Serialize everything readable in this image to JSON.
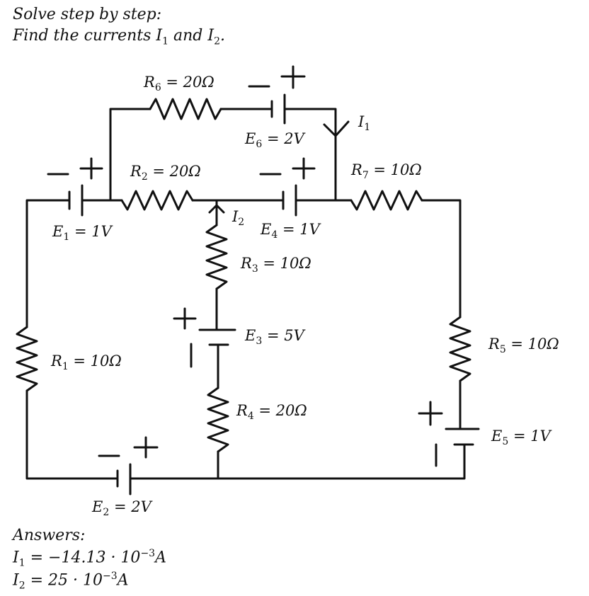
{
  "header": {
    "line1": "Solve step by step:",
    "line2_prefix": "Find the currents ",
    "i1_sym": "I",
    "i1_sub": "1",
    "and_text": " and ",
    "i2_sym": "I",
    "i2_sub": "2",
    "line2_suffix": "."
  },
  "labels": {
    "r6": {
      "sym": "R",
      "sub": "6",
      "rest": " = 20Ω"
    },
    "e6": {
      "sym": "E",
      "sub": "6",
      "rest": " = 2V"
    },
    "i1": {
      "sym": "I",
      "sub": "1"
    },
    "r2": {
      "sym": "R",
      "sub": "2",
      "rest": " = 20Ω"
    },
    "r7": {
      "sym": "R",
      "sub": "7",
      "rest": " = 10Ω"
    },
    "e1": {
      "sym": "E",
      "sub": "1",
      "rest": " = 1V"
    },
    "i2": {
      "sym": "I",
      "sub": "2"
    },
    "e4": {
      "sym": "E",
      "sub": "4",
      "rest": " = 1V"
    },
    "r3": {
      "sym": "R",
      "sub": "3",
      "rest": " = 10Ω"
    },
    "e3": {
      "sym": "E",
      "sub": "3",
      "rest": " = 5V"
    },
    "r1": {
      "sym": "R",
      "sub": "1",
      "rest": " = 10Ω"
    },
    "r5": {
      "sym": "R",
      "sub": "5",
      "rest": " = 10Ω"
    },
    "r4": {
      "sym": "R",
      "sub": "4",
      "rest": " = 20Ω"
    },
    "e5": {
      "sym": "E",
      "sub": "5",
      "rest": " = 1V"
    },
    "e2": {
      "sym": "E",
      "sub": "2",
      "rest": " = 2V"
    }
  },
  "answers": {
    "title": "Answers:",
    "a1_sym": "I",
    "a1_sub": "1",
    "a1_value": " = −14.13 · 10",
    "a1_exp": "−3",
    "a1_unit": "A",
    "a2_sym": "I",
    "a2_sub": "2",
    "a2_value": " = 25 · 10",
    "a2_exp": "−3",
    "a2_unit": "A"
  }
}
